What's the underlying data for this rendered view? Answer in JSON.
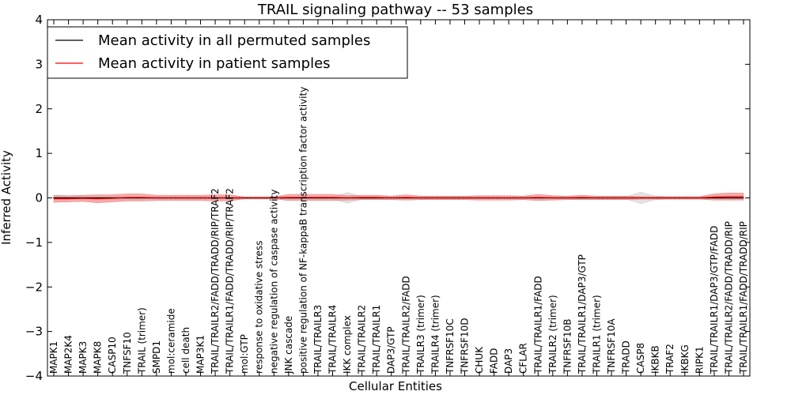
{
  "chart_data": {
    "type": "line",
    "title": "TRAIL signaling pathway -- 53 samples",
    "xlabel": "Cellular Entities",
    "ylabel": "Inferred Activity",
    "ylim": [
      -4,
      4
    ],
    "yticks": [
      -4,
      -3,
      -2,
      -1,
      0,
      1,
      2,
      3,
      4
    ],
    "ytick_labels": [
      "−4",
      "−3",
      "−2",
      "−1",
      "0",
      "1",
      "2",
      "3",
      "4"
    ],
    "grid": false,
    "legend_position": "top-left",
    "categories": [
      "MAPK1",
      "MAP2K4",
      "MAPK3",
      "MAPK8",
      "CASP10",
      "TNFSF10",
      "TRAIL (trimer)",
      "SMPD1",
      "mol:ceramide",
      "cell death",
      "MAP3K1",
      "TRAIL/TRAILR2/FADD/TRADD/RIP/TRAF2",
      "TRAIL/TRAILR1/FADD/TRADD/RIP/TRAF2",
      "mol:GTP",
      "response to oxidative stress",
      "negative regulation of caspase activity",
      "JNK cascade",
      "positive regulation of NF-kappaB transcription factor activity",
      "TRAIL/TRAILR3",
      "TRAIL/TRAILR4",
      "IKK complex",
      "TRAIL/TRAILR2",
      "TRAIL/TRAILR1",
      "DAP3/GTP",
      "TRAIL/TRAILR2/FADD",
      "TRAILR3 (trimer)",
      "TRAILR4 (trimer)",
      "TNFRSF10C",
      "TNFRSF10D",
      "CHUK",
      "FADD",
      "DAP3",
      "CFLAR",
      "TRAIL/TRAILR1/FADD",
      "TRAILR2 (trimer)",
      "TNFRSF10B",
      "TRAIL/TRAILR1/DAP3/GTP",
      "TRAILR1 (trimer)",
      "TNFRSF10A",
      "TRADD",
      "CASP8",
      "IKBKB",
      "TRAF2",
      "IKBKG",
      "RIPK1",
      "TRAIL/TRAILR1/DAP3/GTP/FADD",
      "TRAIL/TRAILR2/FADD/TRADD/RIP",
      "TRAIL/TRAILR1/FADD/TRADD/RIP"
    ],
    "series": [
      {
        "name": "Mean activity in all permuted samples",
        "color": "#000000",
        "band_color": "#cccccc",
        "values": [
          0.0,
          0.0,
          0.0,
          0.0,
          0.0,
          0.0,
          0.0,
          0.0,
          0.0,
          0.0,
          0.0,
          0.0,
          0.0,
          0.0,
          0.0,
          0.0,
          0.0,
          0.0,
          0.0,
          0.0,
          0.0,
          0.0,
          0.0,
          0.0,
          0.0,
          0.0,
          0.0,
          0.0,
          0.0,
          0.0,
          0.0,
          0.0,
          0.0,
          0.0,
          0.0,
          0.0,
          0.0,
          0.0,
          0.0,
          0.0,
          0.0,
          0.0,
          0.0,
          0.0,
          0.0,
          0.0,
          0.0,
          0.0
        ],
        "band": [
          0.03,
          0.03,
          0.03,
          0.03,
          0.03,
          0.03,
          0.03,
          0.03,
          0.03,
          0.03,
          0.03,
          0.03,
          0.03,
          0.03,
          0.03,
          0.03,
          0.03,
          0.03,
          0.03,
          0.03,
          0.12,
          0.03,
          0.03,
          0.03,
          0.03,
          0.03,
          0.03,
          0.03,
          0.03,
          0.03,
          0.03,
          0.03,
          0.03,
          0.03,
          0.03,
          0.03,
          0.03,
          0.03,
          0.03,
          0.03,
          0.13,
          0.04,
          0.03,
          0.03,
          0.03,
          0.03,
          0.03,
          0.03
        ]
      },
      {
        "name": "Mean activity in patient samples",
        "color": "#ff0000",
        "band_color": "#f08080",
        "values": [
          -0.02,
          -0.02,
          -0.01,
          -0.02,
          -0.01,
          0.01,
          0.01,
          0.0,
          0.0,
          0.0,
          0.0,
          0.0,
          0.0,
          0.0,
          0.0,
          0.0,
          0.01,
          0.01,
          0.01,
          0.01,
          0.0,
          0.01,
          0.01,
          0.0,
          0.01,
          0.0,
          0.0,
          0.0,
          0.0,
          0.0,
          0.0,
          0.0,
          0.0,
          0.01,
          0.0,
          0.0,
          0.01,
          0.0,
          0.0,
          0.0,
          0.0,
          0.0,
          0.0,
          0.0,
          0.0,
          0.02,
          0.03,
          0.03
        ],
        "band": [
          0.08,
          0.07,
          0.07,
          0.09,
          0.08,
          0.08,
          0.08,
          0.06,
          0.06,
          0.06,
          0.06,
          0.07,
          0.07,
          0.02,
          0.02,
          0.02,
          0.07,
          0.07,
          0.07,
          0.07,
          0.05,
          0.05,
          0.05,
          0.04,
          0.06,
          0.04,
          0.04,
          0.04,
          0.04,
          0.05,
          0.05,
          0.05,
          0.04,
          0.07,
          0.05,
          0.04,
          0.05,
          0.04,
          0.04,
          0.04,
          0.03,
          0.03,
          0.03,
          0.03,
          0.03,
          0.07,
          0.08,
          0.08
        ]
      }
    ]
  }
}
